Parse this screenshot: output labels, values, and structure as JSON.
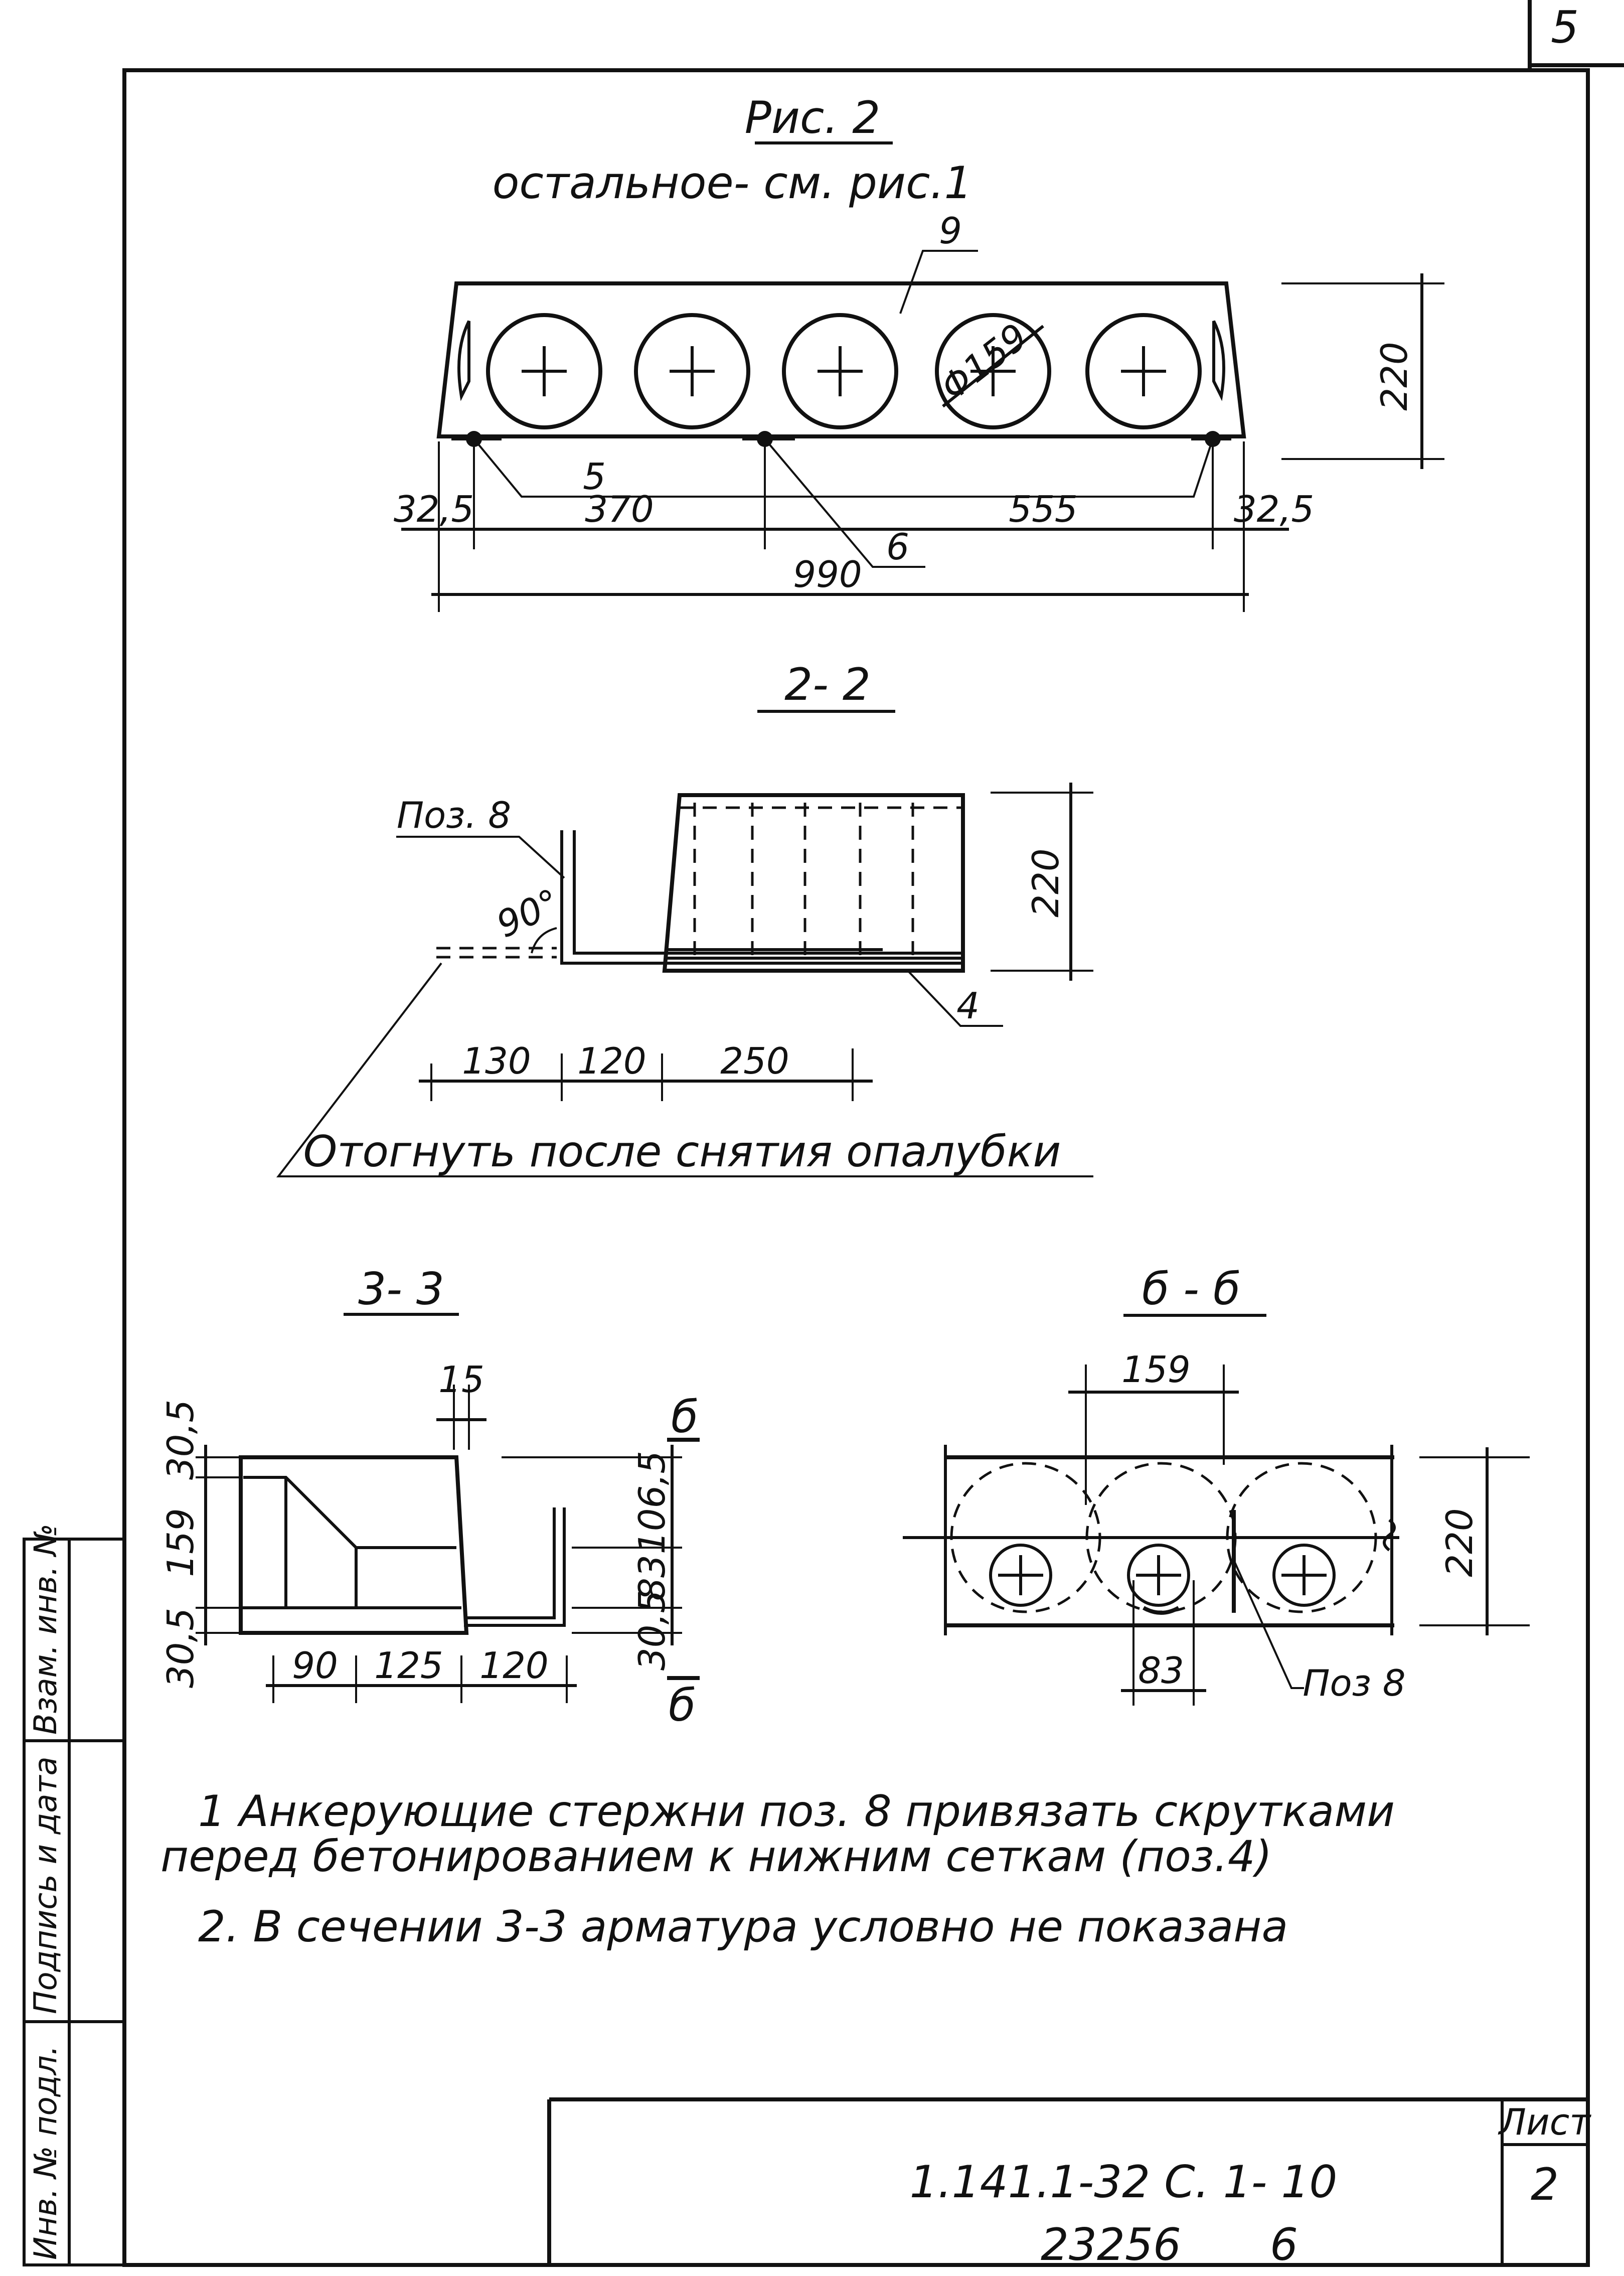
{
  "sheet": {
    "page_corner_number": "5",
    "sheet_label": "Лист",
    "sheet_number": "2",
    "code": "1.141.1-32 С. 1- 10",
    "bottom_number_1": "23256",
    "bottom_number_2": "6"
  },
  "side_stamp": {
    "field_1": "Инв. № подл.",
    "field_2": "Подпись и дата",
    "field_3": "Взам. инв. №"
  },
  "fig2": {
    "title": "Рис. 2",
    "subtitle": "остальное- см. рис.1",
    "callout_9": "9",
    "callout_5": "5",
    "callout_6": "6",
    "diameter_label": "Φ159",
    "dim_height": "220",
    "dim_left_1": "32,5",
    "dim_left_2": "370",
    "dim_right_1": "555",
    "dim_right_2": "32,5",
    "dim_total": "990"
  },
  "section_2_2": {
    "title": "2- 2",
    "pos_label": "Поз. 8",
    "angle": "90°",
    "callout_4": "4",
    "dim_height": "220",
    "dim_1": "130",
    "dim_2": "120",
    "dim_3": "250",
    "note": "Отогнуть после снятия опалубки"
  },
  "section_3_3": {
    "title": "3- 3",
    "dim_top": "15",
    "dim_left_1": "30,5",
    "dim_left_2": "159",
    "dim_left_3": "30,5",
    "dim_right_1": "106,5",
    "dim_right_2": "83",
    "dim_right_3": "30,5",
    "dim_bottom_1": "90",
    "dim_bottom_2": "125",
    "dim_bottom_3": "120",
    "cut_mark": "б"
  },
  "section_b_b": {
    "title": "б - б",
    "dim_top": "159",
    "dim_bottom": "83",
    "dim_height": "220",
    "pos_label": "Поз 8"
  },
  "notes": {
    "line_1": "1 Анкерующие стержни поз. 8 привязать скрутками",
    "line_2": "перед бетонированием к нижним сеткам (поз.4)",
    "line_3": "2. В сечении 3-3 арматура условно не показана"
  }
}
